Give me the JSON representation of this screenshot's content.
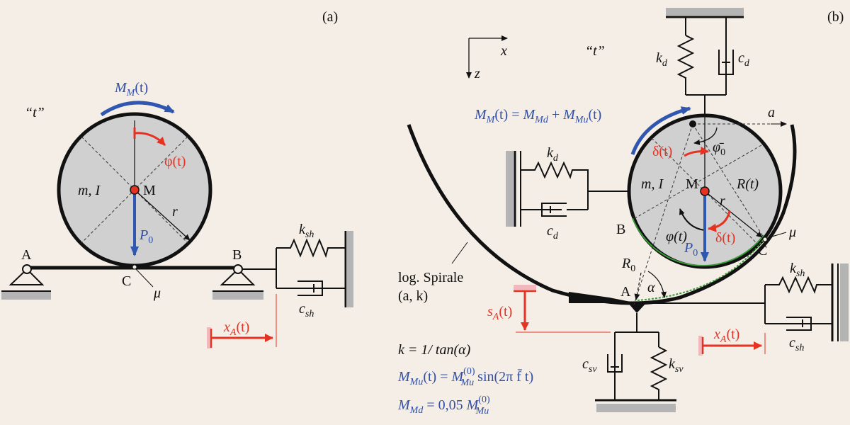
{
  "colors": {
    "background": "#f5eee6",
    "disk_fill": "#d0d0d0",
    "ground_gray": "#b4b4b4",
    "moment_blue": "#2f56b0",
    "text_blue": "#2f4fa8",
    "red": "#e53222",
    "pink_anchor": "#f1b9be",
    "contact_green": "#3a9a3a"
  },
  "panel_a": {
    "tag": "(a)",
    "time_label": "“t”",
    "moment": {
      "main": "M",
      "sub": "M",
      "arg": "(t)"
    },
    "angle_label": "φ(t)",
    "mass_inertia": "m, I",
    "center_label": "M",
    "radius_label": "r",
    "load": {
      "main": "P",
      "sub": "0"
    },
    "support_left": "A",
    "support_right": "B",
    "contact_label": "C",
    "friction_label": "μ",
    "spring": {
      "main": "k",
      "sub": "sh"
    },
    "damper": {
      "main": "c",
      "sub": "sh"
    },
    "excitation": {
      "main": "x",
      "sub": "A",
      "arg": "(t)"
    }
  },
  "panel_b": {
    "tag": "(b)",
    "axis_x": "x",
    "axis_z": "z",
    "time_label": "“t”",
    "moment_eq": "M_M(t) = M_Md + M_Mu(t)",
    "moment_eq_parts": {
      "lhs_main": "M",
      "lhs_sub": "M",
      "lhs_arg": "(t) = ",
      "t1_main": "M",
      "t1_sub": "Md",
      "plus": " + ",
      "t2_main": "M",
      "t2_sub": "Mu",
      "t2_arg": "(t)"
    },
    "spiral_label": "a",
    "phi0_label": "φ̄",
    "phi0_sub": "0",
    "delta_label": "δ(t)",
    "mass_inertia": "m, I",
    "center_label": "M",
    "R_label": "R(t)",
    "radius_label": "r",
    "phi_label": "φ(t)",
    "load": {
      "main": "P",
      "sub": "0"
    },
    "point_B": "B",
    "point_C": "C",
    "point_A": "A",
    "friction_label": "μ",
    "R0": {
      "main": "R",
      "sub": "0"
    },
    "alpha": "α",
    "spiral_caption_1": "log. Spirale",
    "spiral_caption_2": "(a, k)",
    "top_spring": {
      "main": "k",
      "sub": "d"
    },
    "top_damper": {
      "main": "c",
      "sub": "d"
    },
    "left_spring": {
      "main": "k",
      "sub": "d"
    },
    "left_damper": {
      "main": "c",
      "sub": "d"
    },
    "right_spring": {
      "main": "k",
      "sub": "sh"
    },
    "right_damper": {
      "main": "c",
      "sub": "sh"
    },
    "bottom_spring": {
      "main": "k",
      "sub": "sv"
    },
    "bottom_damper": {
      "main": "c",
      "sub": "sv"
    },
    "vertical_excitation": {
      "main": "s",
      "sub": "A",
      "arg": "(t)"
    },
    "horizontal_excitation": {
      "main": "x",
      "sub": "A",
      "arg": "(t)"
    },
    "formula_k": "k = 1/ tan(α)",
    "formula_mmu": {
      "main": "M",
      "sub": "Mu",
      "mid": "(t) = ",
      "amp_main": "M",
      "amp_sup": "(0)",
      "amp_sub": "Mu",
      "tail": " sin(2π f̄ t)"
    },
    "formula_mmd": {
      "main": "M",
      "sub": "Md",
      "mid": " = 0,05 ",
      "amp_main": "M",
      "amp_sup": "(0)",
      "amp_sub": "Mu"
    }
  }
}
